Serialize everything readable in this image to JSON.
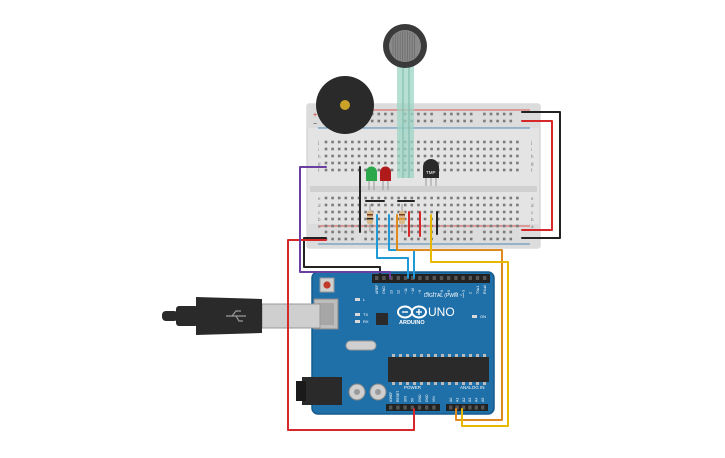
{
  "board": {
    "brand": "ARDUINO",
    "model": "UNO",
    "digital_header_label": "DIGITAL (PWM ~)",
    "power_label": "POWER",
    "analog_label": "ANALOG IN",
    "on_label": "ON",
    "l_label": "L",
    "tx_label": "TX",
    "rx_label": "RX",
    "digital_pins": [
      "AREF",
      "GND",
      "13",
      "12",
      "~11",
      "~10",
      "~9",
      "8",
      "7",
      "~6",
      "~5",
      "4",
      "~3",
      "2",
      "TX▸1",
      "RX◂0"
    ],
    "power_pins": [
      "IOREF",
      "RESET",
      "3V3",
      "5V",
      "GND",
      "GND",
      "VIN"
    ],
    "analog_pins": [
      "A0",
      "A1",
      "A2",
      "A3",
      "A4",
      "A5"
    ]
  },
  "breadboard": {
    "row_letters_top": [
      "j",
      "i",
      "h",
      "g",
      "f"
    ],
    "row_letters_bottom": [
      "e",
      "d",
      "c",
      "b",
      "a"
    ],
    "plus_sign": "+",
    "minus_sign": "−"
  },
  "components": {
    "temp_sensor_label": "TMP",
    "buzzer": "piezo-buzzer",
    "force_sensor": "force-sensitive-resistor",
    "leds": [
      "green",
      "red"
    ]
  },
  "colors": {
    "board": "#1f6fa8",
    "board_dark": "#17588a",
    "breadboard": "#e3e3e3",
    "wire_red": "#d62828",
    "wire_black": "#222222",
    "wire_purple": "#6b3fa0",
    "wire_blue": "#1f9ad6",
    "wire_orange": "#e08a1e",
    "wire_yellow": "#e6b800",
    "led_green": "#2aa84a",
    "led_red": "#b01a1a"
  }
}
